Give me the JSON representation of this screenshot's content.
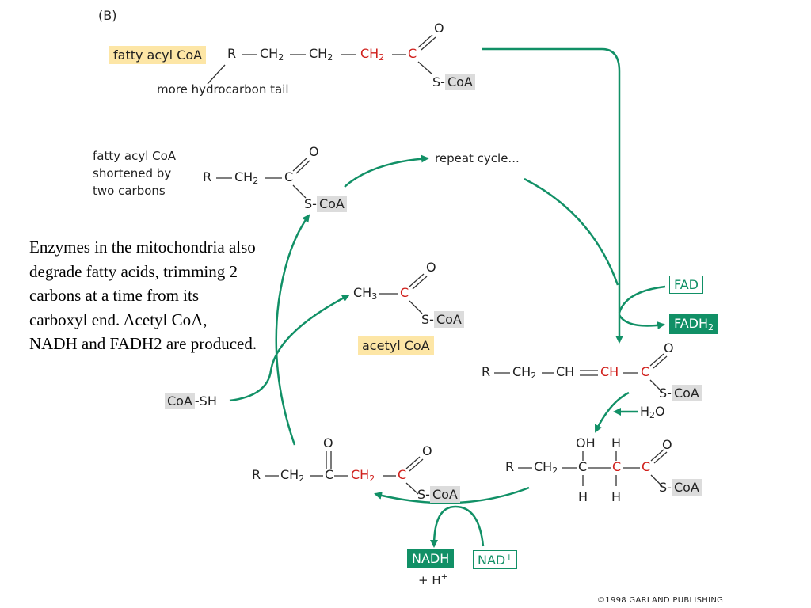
{
  "panel_label": "(B)",
  "caption": "Enzymes in the mitochondria also degrade fatty acids, trimming 2 carbons at a time from its carboxyl end.  Acetyl CoA, NADH and FADH2 are produced.",
  "copyright": "©1998 GARLAND PUBLISHING",
  "labels": {
    "fatty_acyl_coa": "fatty acyl CoA",
    "more_tail": "more hydrocarbon tail",
    "shortened_line1": "fatty acyl CoA",
    "shortened_line2": "shortened by",
    "shortened_line3": "two carbons",
    "repeat_cycle": "repeat cycle...",
    "acetyl_coa": "acetyl CoA",
    "coa_sh": "CoA",
    "coa_sh_suffix": "-SH",
    "fad": "FAD",
    "fadh2": "FADH",
    "fadh2_sub": "2",
    "h2o": "H",
    "h2o_sub": "2",
    "h2o_tail": "O",
    "nadh": "NADH",
    "h_plus": "+ H",
    "h_plus_sup": "+",
    "nad_plus": "NAD",
    "nad_plus_sup": "+"
  },
  "chem": {
    "R": "R",
    "CH2": "CH",
    "sub2": "2",
    "CH3": "CH",
    "sub3": "3",
    "CH": "CH",
    "C": "C",
    "O": "O",
    "OH": "OH",
    "H": "H",
    "SCoA": "S-CoA",
    "S": "S-",
    "CoA": "CoA"
  },
  "colors": {
    "arrow_green": "#119066",
    "highlight_yellow": "#fde6a6",
    "highlight_gray": "#dcdcdc",
    "carbon_red": "#d0201c"
  }
}
